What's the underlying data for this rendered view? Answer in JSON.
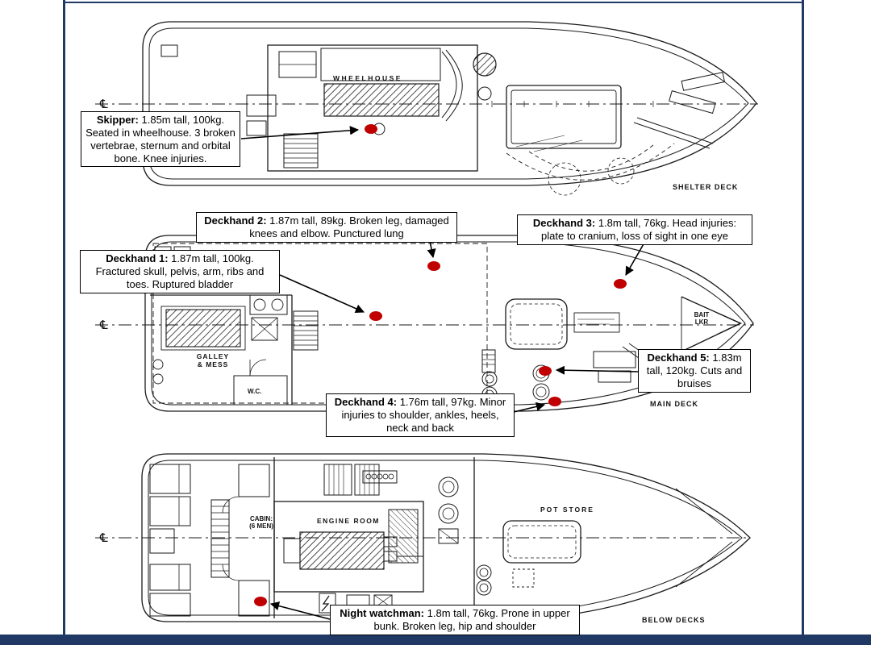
{
  "frame": {
    "color": "#1f3864"
  },
  "marker": {
    "color": "#c00000",
    "shape": "red-ellipse"
  },
  "plan_labels": {
    "wheelhouse": "WHEELHOUSE",
    "galley_line1": "GALLEY",
    "galley_line2": "& MESS",
    "wc": "W.C.",
    "bait_line1": "BAIT",
    "bait_line2": "LKR",
    "cabin_line1": "CABIN:",
    "cabin_line2": "(6 MEN)",
    "engine_room": "ENGINE ROOM",
    "pot_store": "POT STORE",
    "shelter_deck": "SHELTER DECK",
    "main_deck": "MAIN DECK",
    "below_decks": "BELOW DECKS",
    "centerline": "℄"
  },
  "annotations": [
    {
      "id": "skipper",
      "name": "Skipper:",
      "text": "1.85m tall, 100kg. Seated in wheelhouse. 3 broken vertebrae, sternum and orbital bone. Knee injuries."
    },
    {
      "id": "deckhand2",
      "name": "Deckhand 2:",
      "text": "1.87m tall, 89kg. Broken leg, damaged knees and elbow. Punctured lung"
    },
    {
      "id": "deckhand3",
      "name": "Deckhand 3:",
      "text": "1.8m tall, 76kg. Head injuries: plate to cranium, loss of sight in one eye"
    },
    {
      "id": "deckhand1",
      "name": "Deckhand 1:",
      "text": "1.87m tall, 100kg. Fractured skull, pelvis, arm, ribs and toes. Ruptured bladder"
    },
    {
      "id": "deckhand5",
      "name": "Deckhand 5:",
      "text": "1.83m tall, 120kg. Cuts and bruises"
    },
    {
      "id": "deckhand4",
      "name": "Deckhand 4:",
      "text": "1.76m tall, 97kg. Minor injuries to shoulder, ankles, heels, neck and back"
    },
    {
      "id": "nightwatchman",
      "name": "Night watchman:",
      "text": "1.8m tall, 76kg. Prone in upper bunk. Broken leg, hip and shoulder"
    }
  ]
}
